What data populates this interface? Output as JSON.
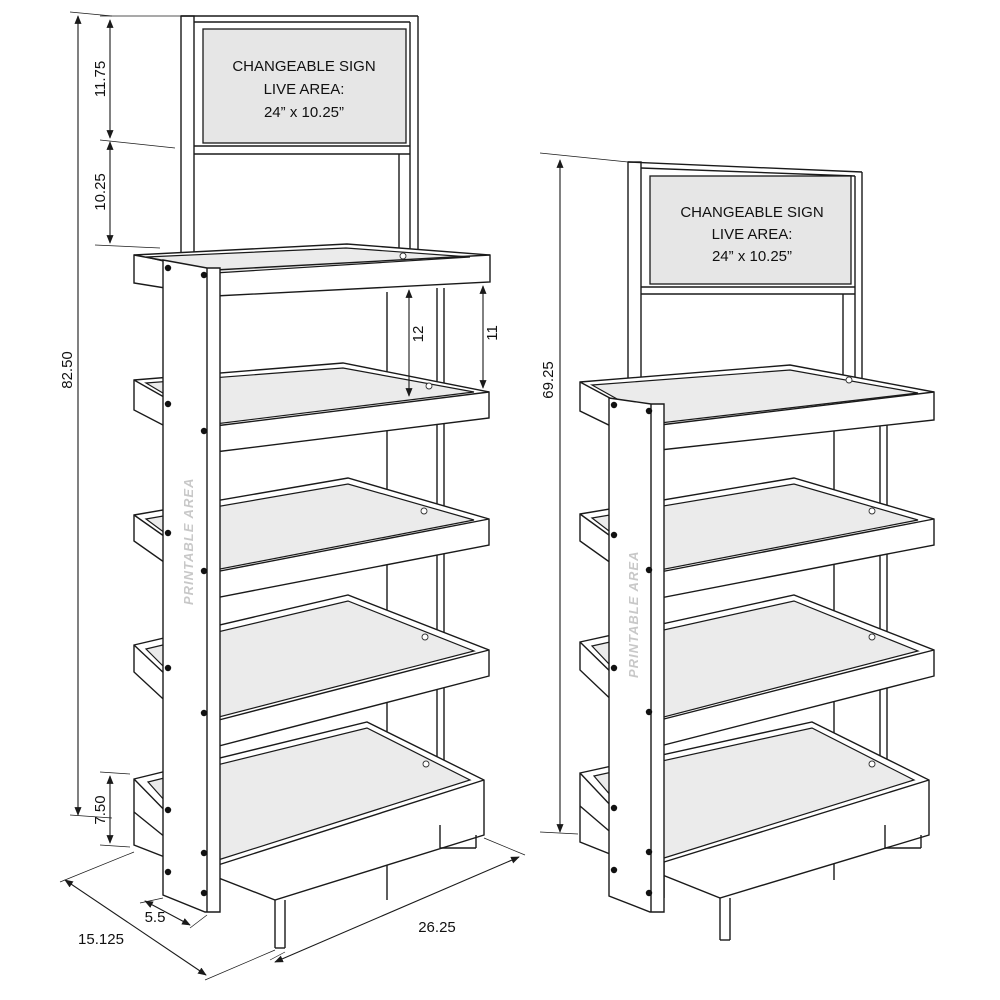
{
  "sign_label": {
    "line1": "CHANGEABLE SIGN",
    "line2": "LIVE AREA:",
    "line3": "24” x 10.25”"
  },
  "printable_area_label": "PRINTABLE AREA",
  "dimensions": {
    "sign_height": "11.75",
    "sign_gap": "10.25",
    "overall_height_tall": "82.50",
    "shelf_spacing_inner": "12",
    "shelf_spacing_outer": "11",
    "base_height": "7.50",
    "depth": "15.125",
    "panel_offset": "5.5",
    "width": "26.25",
    "overall_height_short": "69.25"
  },
  "units": [
    "5 shelf display",
    "4 shelf display"
  ]
}
